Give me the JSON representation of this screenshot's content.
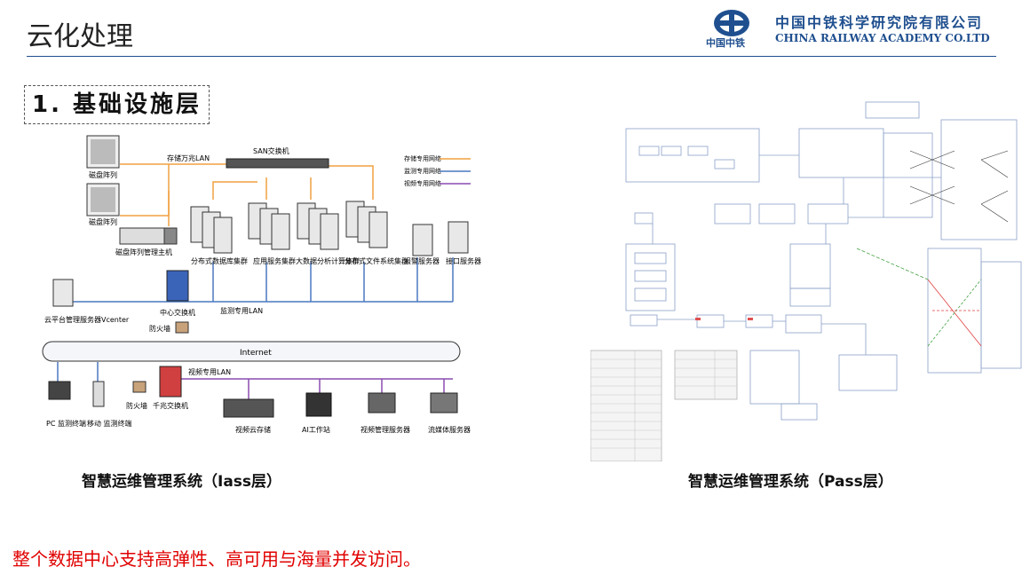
{
  "page": {
    "title": "云化处理"
  },
  "org": {
    "name_cn": "中国中铁科学研究院有限公司",
    "name_en": "CHINA RAILWAY ACADEMY CO.LTD",
    "logo_text": "中国中铁"
  },
  "section": {
    "heading": "1. 基础设施层"
  },
  "iaas": {
    "caption": "智慧运维管理系统（Iass层）",
    "labels": {
      "disk1": "磁盘阵列",
      "disk2": "磁盘阵列",
      "disk_host": "磁盘阵列管理主机",
      "storage_lan": "存储万兆LAN",
      "san": "SAN交换机",
      "legend1": "存储专用网络",
      "legend2": "监测专用网络",
      "legend3": "视频专用网络",
      "db": "分布式数据库集群",
      "app": "应用服务集群",
      "bigdata": "大数据分析计算集群",
      "fs": "分布式文件系统集群",
      "alarm": "报警服务器",
      "iface": "接口服务器",
      "cloud": "云平台管理服务器Vcenter",
      "core": "中心交换机",
      "monitor_lan": "监测专用LAN",
      "fw1": "防火墙",
      "internet": "Internet",
      "video_lan": "视频专用LAN",
      "pc": "PC 监测终端",
      "mobile": "移动 监测终端",
      "fw2": "防火墙",
      "gig": "千兆交换机",
      "vstore": "视频云存储",
      "ai": "AI工作站",
      "vmgr": "视频管理服务器",
      "stream": "流媒体服务器"
    }
  },
  "paas": {
    "caption": "智慧运维管理系统（Pass层）"
  },
  "footer": {
    "text": "整个数据中心支持高弹性、高可用与海量并发访问。"
  },
  "colors": {
    "brand": "#1f4f8f",
    "storage_net": "#f0a040",
    "monitor_net": "#4a78c0",
    "video_net": "#8a4cb0",
    "footer": "#e00000"
  }
}
